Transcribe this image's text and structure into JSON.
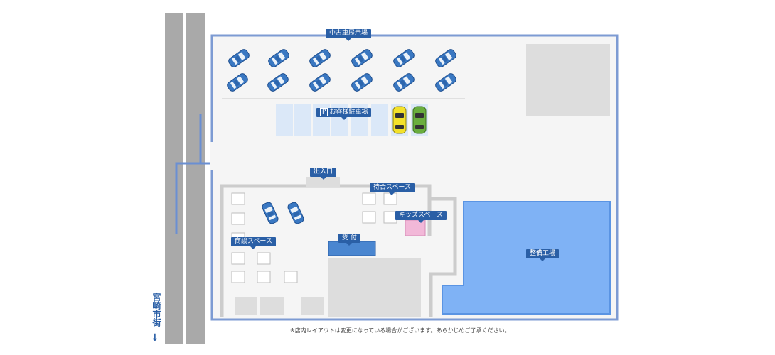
{
  "labels": {
    "used_car_display": "中古車展示場",
    "customer_parking_icon": "P",
    "customer_parking": "お客様駐車場",
    "entrance": "出入口",
    "waiting_space": "待合スペース",
    "kids_space": "キッズスペース",
    "business_space": "商談スペース",
    "reception": "受 付",
    "service_shop": "整備工場"
  },
  "street": {
    "name": "宮崎市街",
    "arrow": "↓"
  },
  "note": "※店内レイアウトは変更になっている場合がございます。あらかじめご了承ください。",
  "colors": {
    "road": "#a9a9a9",
    "lot_border": "#7d9bd3",
    "lot_fill": "#f5f5f5",
    "building_gray": "#dddddd",
    "service_blue": "#7fb2f5",
    "label_blue": "#2a5fa6",
    "car_blue": "#3a78c2",
    "car_yellow": "#f3e12a",
    "car_green": "#6aae3e",
    "kids_pink": "#f2b8d8"
  },
  "cars": {
    "display_count": 12,
    "showroom_count": 2,
    "parked": [
      "yellow",
      "green"
    ]
  }
}
